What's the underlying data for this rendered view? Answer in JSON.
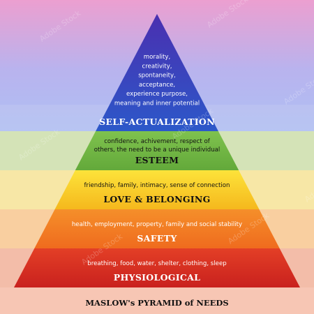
{
  "diagram": {
    "footer_title": "MASLOW's PYRAMID of NEEDS",
    "watermark_text": "Adobe Stock",
    "background_colors": {
      "top": "#ec9fd0",
      "mid": "#b9b3ee",
      "bottom": "#aec0f4"
    },
    "levels": [
      {
        "id": "self-actualization",
        "title": "SELF-ACTUALIZATION",
        "description": [
          "morality,",
          "creativity,",
          "spontaneity,",
          "acceptance,",
          "experience purpose,",
          "meaning and inner potential"
        ],
        "fill_top": "#4a2fb0",
        "fill_bottom": "#2c58c9",
        "band_color": "#c9cef2",
        "text_color": "#ffffff"
      },
      {
        "id": "esteem",
        "title": "ESTEEM",
        "description": [
          "confidence, achivement, respect of",
          "others, the need to be a unique individual"
        ],
        "fill_top": "#7fc24e",
        "fill_bottom": "#63a93a",
        "band_color": "#d4e3b7",
        "text_color": "#111111"
      },
      {
        "id": "love-belonging",
        "title": "LOVE & BELONGING",
        "description": [
          "friendship, family, intimacy, sense of connection"
        ],
        "fill_top": "#fde33a",
        "fill_bottom": "#f5b81d",
        "band_color": "#f7e7a6",
        "text_color": "#111111"
      },
      {
        "id": "safety",
        "title": "SAFETY",
        "description": [
          "health, employment, property, family and social stability"
        ],
        "fill_top": "#f58f2a",
        "fill_bottom": "#ef6b1e",
        "band_color": "#f9cfa0",
        "text_color": "#ffffff"
      },
      {
        "id": "physiological",
        "title": "PHYSIOLOGICAL",
        "description": [
          "breathing, food, water, shelter, clothing, sleep"
        ],
        "fill_top": "#e33f26",
        "fill_bottom": "#c9211e",
        "band_color": "#f3bda9",
        "text_color": "#ffffff"
      }
    ],
    "footer_band_color": "#f7c6b4"
  }
}
